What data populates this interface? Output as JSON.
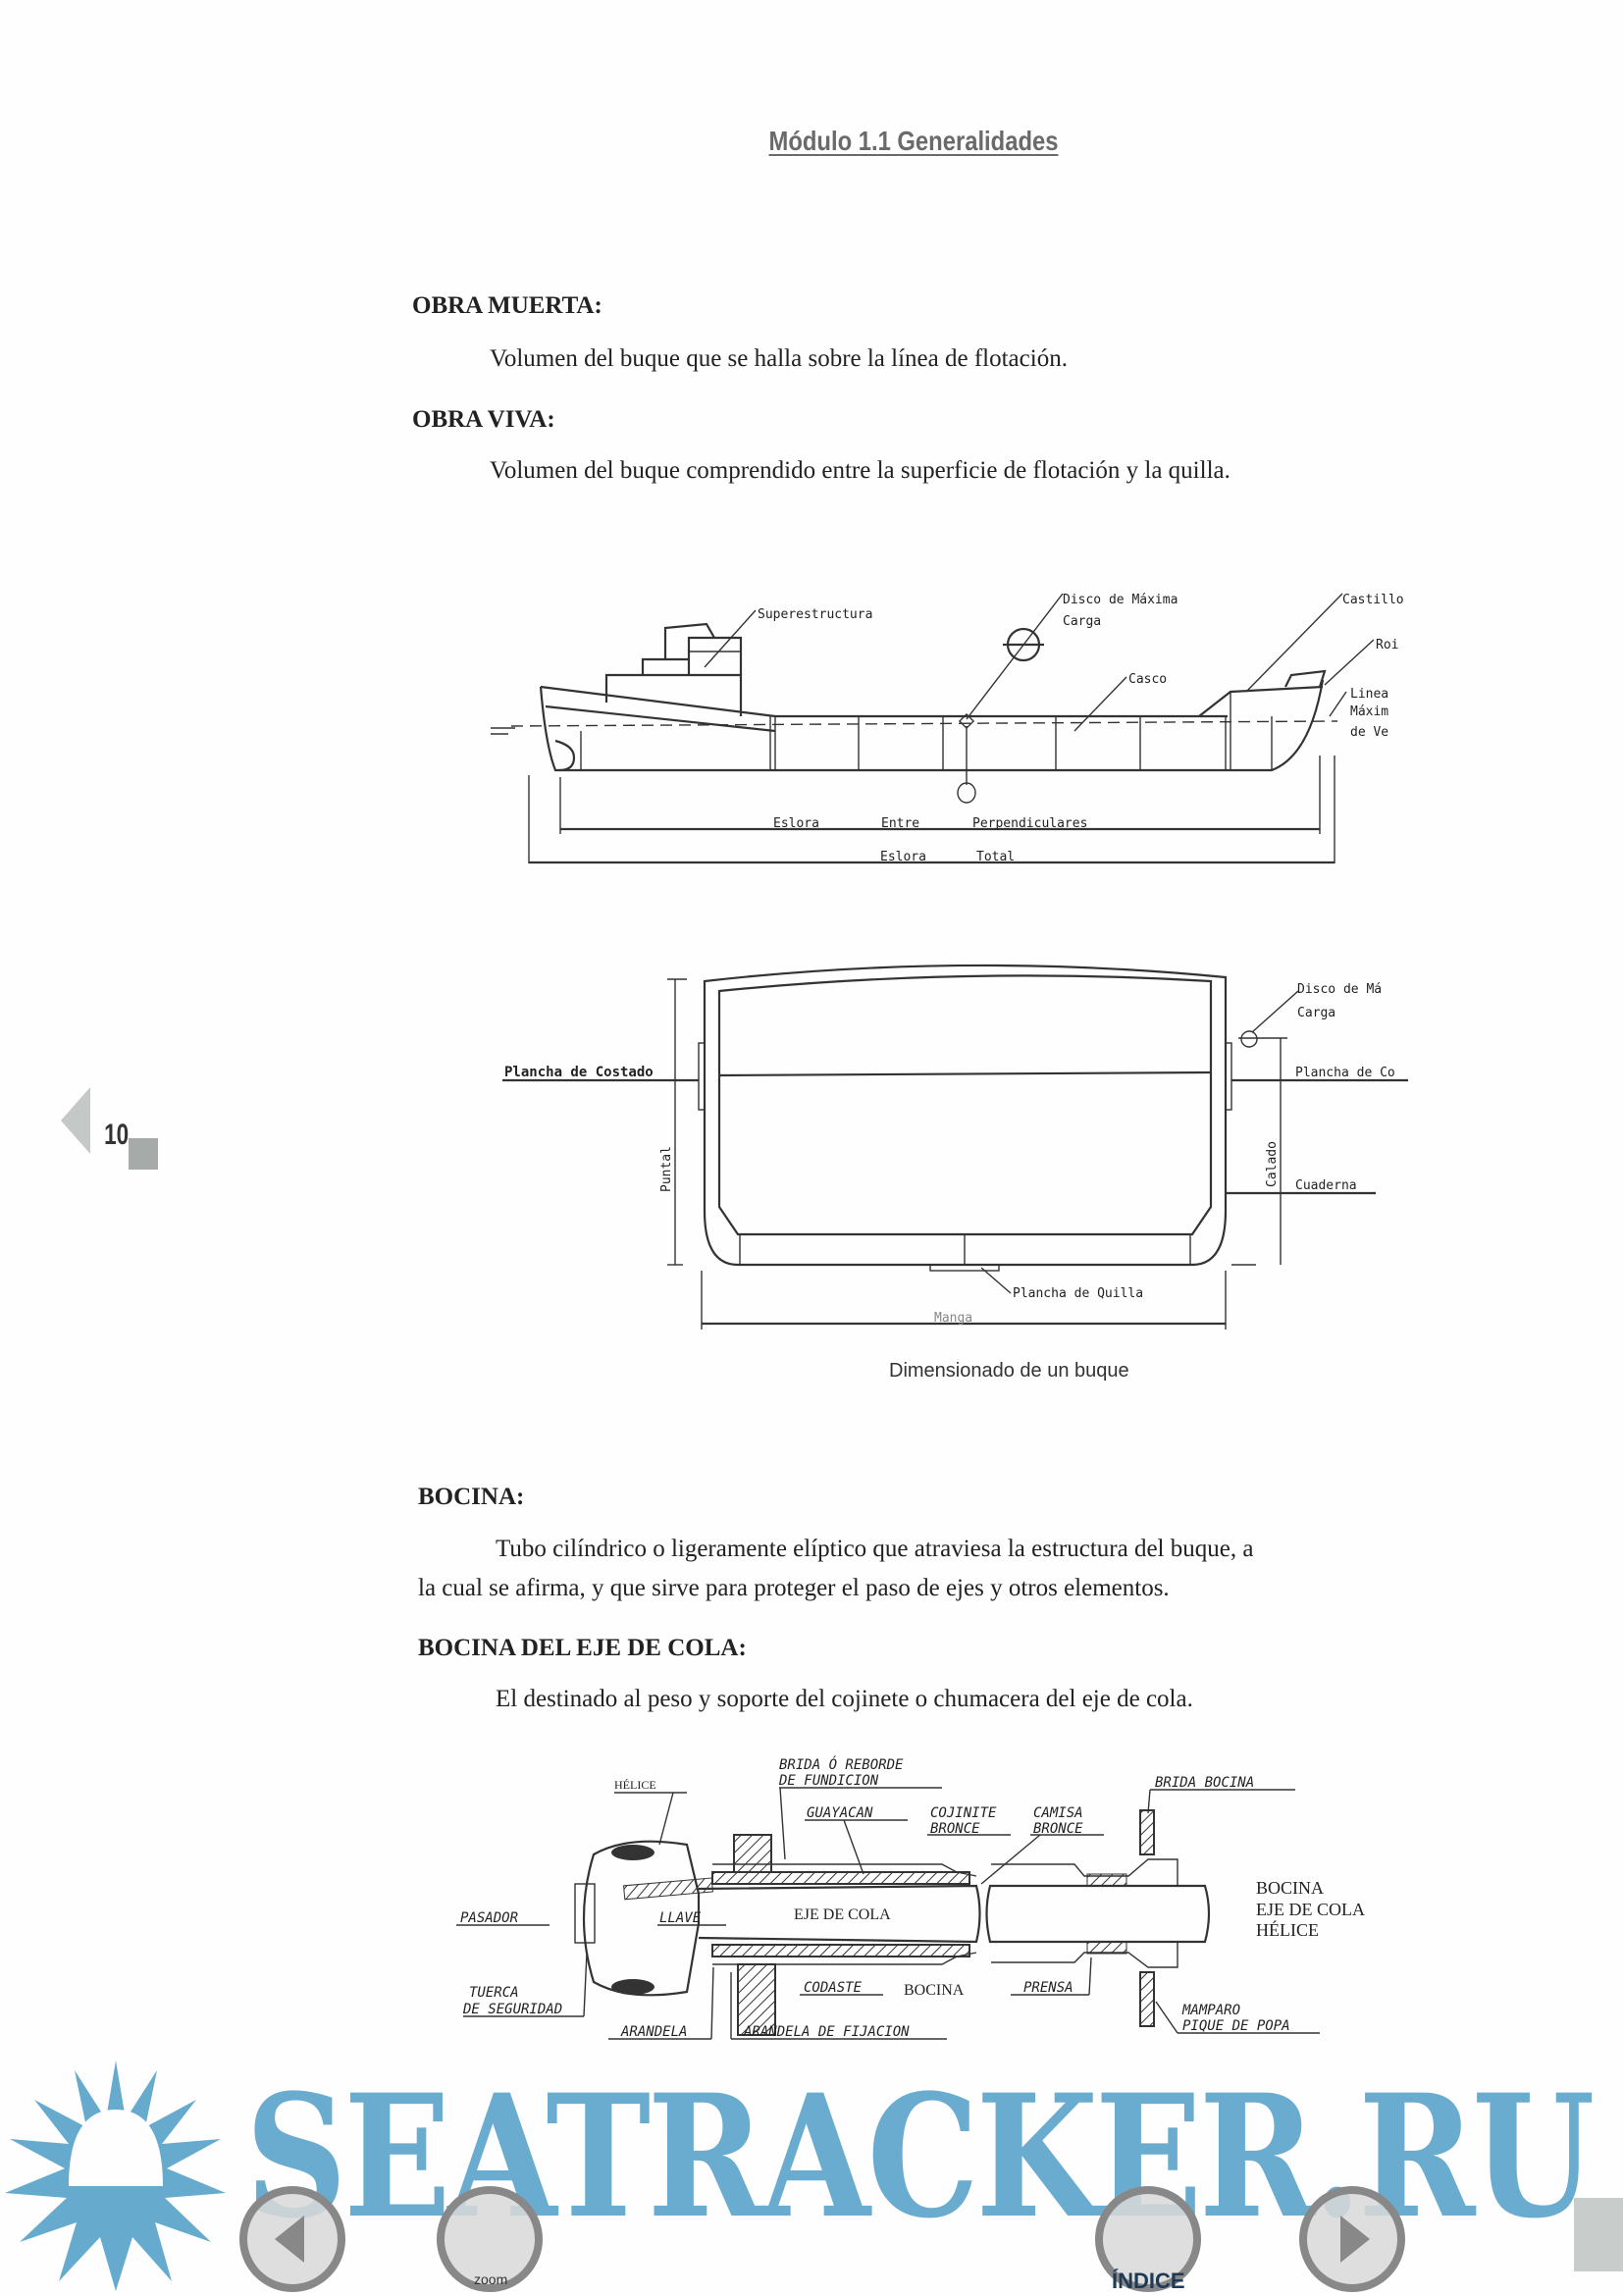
{
  "header": {
    "module_title": "Módulo 1.1 Generalidades"
  },
  "sections": [
    {
      "heading": "OBRA MUERTA:",
      "body": [
        "Volumen del buque que se halla sobre la línea de flotación."
      ]
    },
    {
      "heading": "OBRA VIVA:",
      "body": [
        "Volumen del buque comprendido entre la superficie de flotación y la quilla."
      ]
    },
    {
      "heading": "BOCINA:",
      "body": [
        "Tubo cilíndrico o ligeramente elíptico que atraviesa la estructura del buque, a",
        "la cual se afirma, y que sirve para proteger el paso de ejes y otros elementos."
      ]
    },
    {
      "heading": "BOCINA DEL EJE DE COLA:",
      "body": [
        "El destinado al peso y soporte del cojinete o chumacera del eje de cola."
      ]
    }
  ],
  "ship_profile": {
    "labels": {
      "superestructura": "Superestructura",
      "disco1": "Disco de Máxima",
      "disco2": "Carga",
      "castillo": "Castillo",
      "roi": "Roi",
      "linea1": "Linea",
      "linea2": "Máxim",
      "linea3": "de Ve",
      "casco": "Casco",
      "eslora_pp_1": "Eslora",
      "eslora_pp_2": "Entre",
      "eslora_pp_3": "Perpendiculares",
      "eslora_t_1": "Eslora",
      "eslora_t_2": "Total"
    }
  },
  "cross_section": {
    "labels": {
      "plancha_costado": "Plancha de Costado",
      "plancha_co": "Plancha de Co",
      "disco1": "Disco de Má",
      "disco2": "Carga",
      "cuaderna": "Cuaderna",
      "puntal": "Puntal",
      "calado": "Calado",
      "plancha_quilla": "Plancha de Quilla",
      "manga": "Manga"
    },
    "caption": "Dimensionado de un buque"
  },
  "shaft": {
    "labels": {
      "helice": "HÉLICE",
      "brida1": "BRIDA Ó REBORDE",
      "brida2": "DE FUNDICION",
      "guayacan": "GUAYACAN",
      "cojinite1": "COJINITE",
      "cojinite2": "BRONCE",
      "camisa1": "CAMISA",
      "camisa2": "BRONCE",
      "brida_bocina": "BRIDA BOCINA",
      "pasador": "PASADOR",
      "llave": "LLAVE",
      "eje": "EJE DE COLA",
      "legend1": "BOCINA",
      "legend2": "EJE DE COLA",
      "legend3": "HÉLICE",
      "tuerca1": "TUERCA",
      "tuerca2": "DE SEGURIDAD",
      "codaste": "CODASTE",
      "bocina": "BOCINA",
      "prensa": "PRENSA",
      "arandela": "ARANDELA",
      "arandela_fij": "ARANDELA DE FIJACION",
      "mamparo1": "MAMPARO",
      "mamparo2": "PIQUE DE POPA"
    }
  },
  "page_number": "10",
  "watermark": {
    "text": "SEATRACKER.RU"
  },
  "nav": {
    "zoom_label": "zoom",
    "index_label": "ÍNDICE"
  },
  "colors": {
    "watermark": "#5ea6cc",
    "title": "#6a6a6a"
  }
}
